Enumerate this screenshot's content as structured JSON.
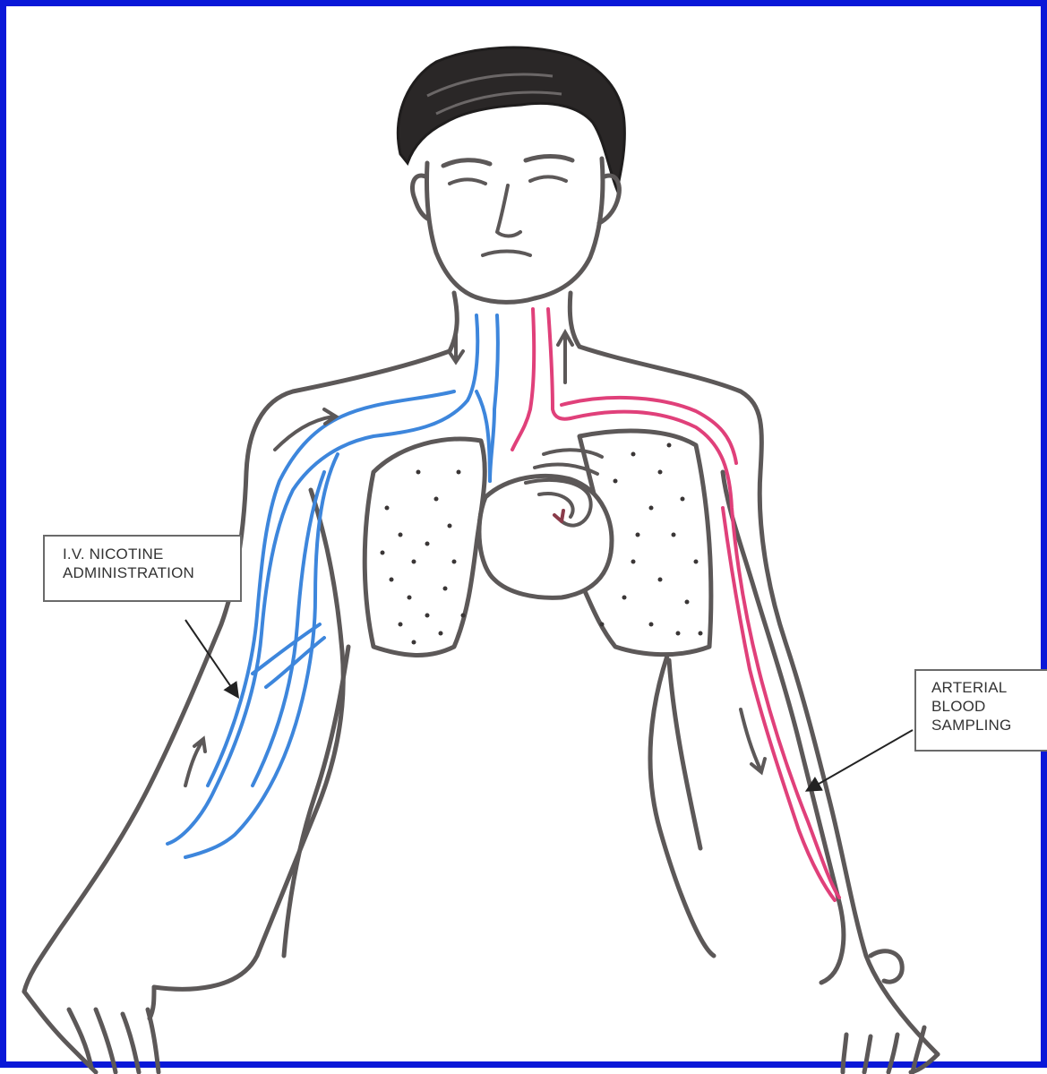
{
  "labels": {
    "iv": {
      "line1": "I.V. NICOTINE",
      "line2": "ADMINISTRATION"
    },
    "arterial": {
      "line1": "ARTERIAL",
      "line2": "BLOOD",
      "line3": "SAMPLING"
    }
  },
  "colors": {
    "frame": "#0a18d8",
    "outline": "#5c5858",
    "venous": "#3d86dc",
    "arterial": "#e0407a",
    "pointer": "#222222"
  }
}
